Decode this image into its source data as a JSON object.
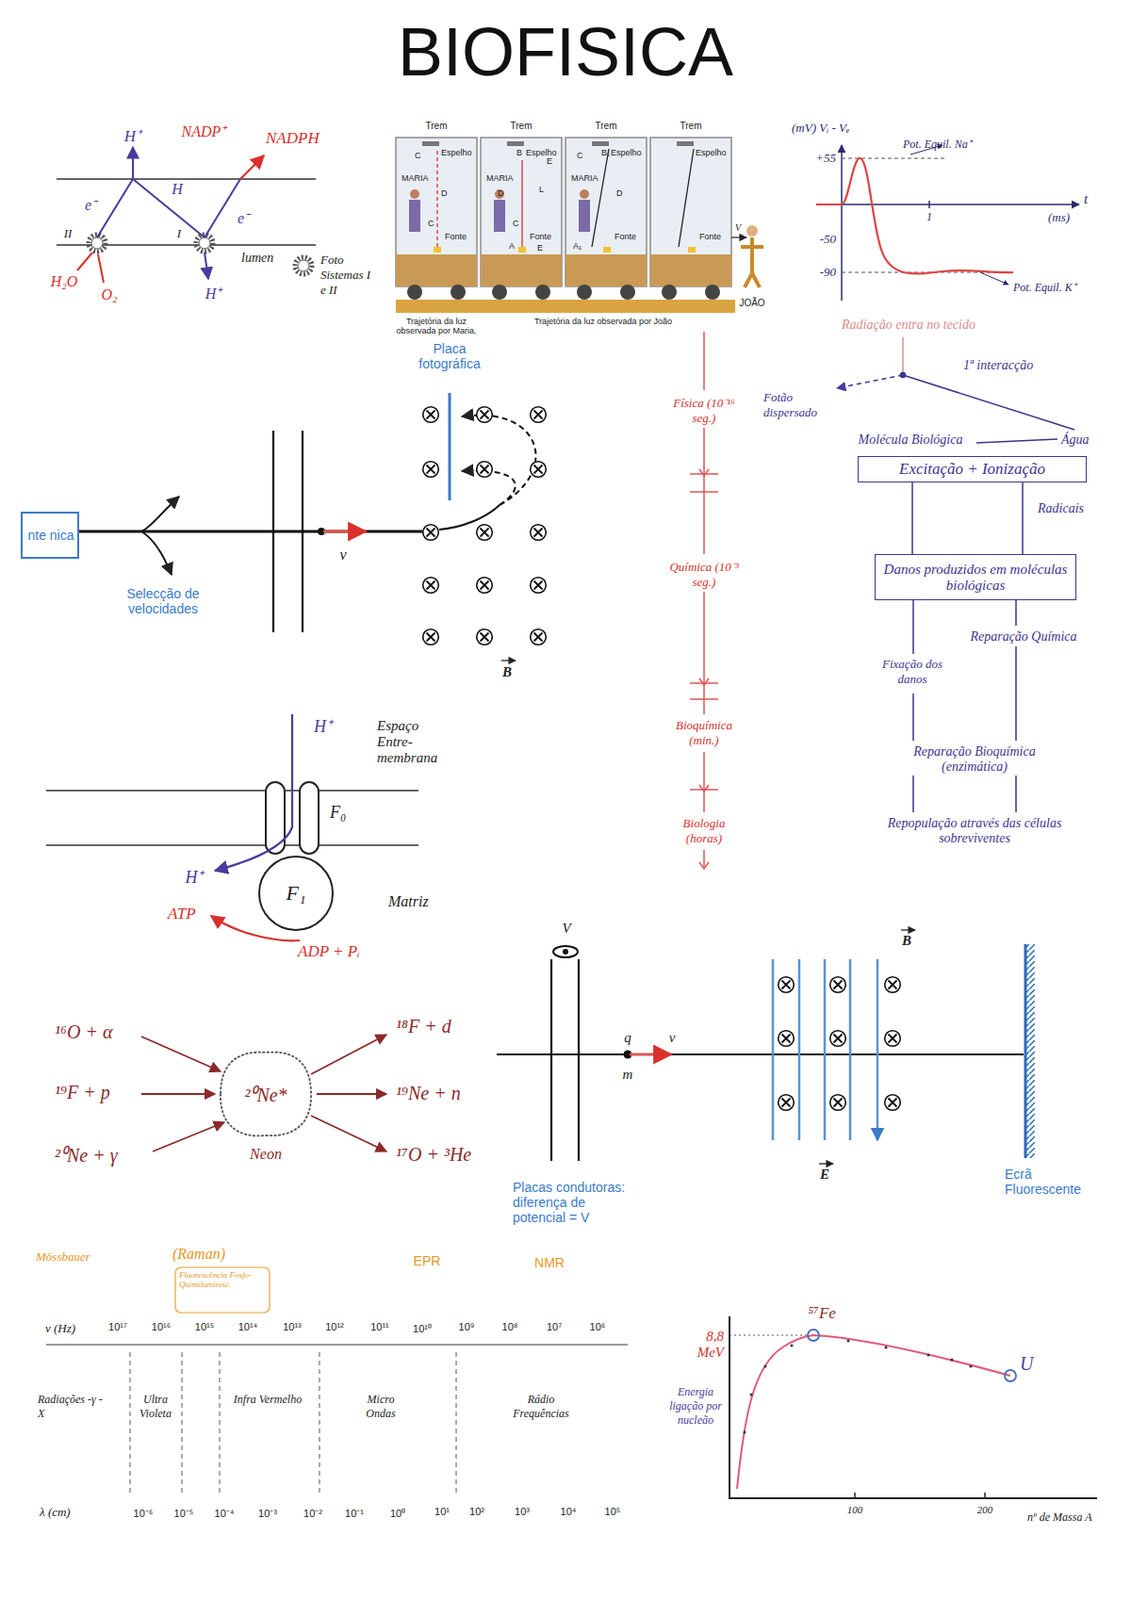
{
  "diagram": {
    "title": "BIOFISICA",
    "nodes": [
      {
        "text": [
          "nte nica"
        ]
      },
      {
        "text": [
          "Excitação + Ionização"
        ]
      },
      {
        "text": [
          "Danos produzidos em moléculas biológicas"
        ]
      },
      {
        "text": [
          "F₁"
        ]
      },
      {
        "text": [
          "²⁰Ne*"
        ]
      }
    ],
    "edges": [
      {
        "from": 1,
        "to": 2,
        "arrow": "none"
      }
    ],
    "labels": [
      "H⁺",
      "NADP⁺",
      "NADPH",
      "e⁻",
      "H",
      "II",
      "I",
      "e⁻",
      "H₂O",
      "O₂",
      "lumen",
      "H⁺",
      "Foto Sistemas I e II",
      "Trem",
      "Trem",
      "Trem",
      "Trem",
      "Espelho",
      "Espelho",
      "Espelho",
      "Espelho",
      "MARIA",
      "MARIA",
      "MARIA",
      "Fonte",
      "Fonte",
      "Fonte",
      "Fonte",
      "C",
      "D",
      "C",
      "B",
      "E",
      "D",
      "L",
      "C",
      "A",
      "E",
      "B₁",
      "C",
      "D",
      "A₁",
      "V",
      "JOÃO",
      "Trajetória da luz observada por Maria.",
      "Trajetória da luz observada por João",
      "(mV) Vᵢ - Vₑ",
      "+55",
      "Pot. Equil. Na⁺",
      "t",
      "1",
      "(ms)",
      "-50",
      "-90",
      "Pot. Equil. K⁺",
      "Selecção de velocidades",
      "v",
      "Placa fotográfica",
      "B",
      "Física (10⁻¹⁶ seg.)",
      "Química (10⁻³ seg.)",
      "Bioquímica (min.)",
      "Biologia (horas)",
      "Radiação entra no tecido",
      "Fotão dispersado",
      "1ª interacção",
      "Molécula Biológica",
      "Água",
      "Radicais",
      "Fixação dos danos",
      "Reparação Química",
      "Reparação Bioquímica (enzimática)",
      "Repopulação através das células sobreviventes",
      "H⁺",
      "Espaço Entre-membrana",
      "F₀",
      "H⁺",
      "Matriz",
      "ATP",
      "ADP + Pᵢ",
      "¹⁶O + α",
      "¹⁹F + p",
      "²⁰Ne + γ",
      "Neon",
      "¹⁸F + d",
      "¹⁹Ne + n",
      "¹⁷O + ³He",
      "V",
      "q",
      "v",
      "m",
      "B",
      "E",
      "Ecrã Fluorescente",
      "Placas condutoras: diferença de potencial = V",
      "Mössbauer",
      "(Raman)",
      "Fluorescência Fosfo- Quimiluminisc.",
      "EPR",
      "NMR",
      "ν (Hz)",
      "10¹⁷",
      "10¹⁶",
      "10¹⁵",
      "10¹⁴",
      "10¹³",
      "10¹²",
      "10¹¹",
      "10¹⁰",
      "10⁹",
      "10⁸",
      "10⁷",
      "10⁶",
      "Radiações -γ -X",
      "Ultra Violeta",
      "Infra Vermelho",
      "Micro Ondas",
      "Rádio Frequências",
      "λ (cm)",
      "10⁻⁶",
      "10⁻⁵",
      "10⁻⁴",
      "10⁻³",
      "10⁻²",
      "10⁻¹",
      "10⁰",
      "10¹",
      "10²",
      "10³",
      "10⁴",
      "10⁵",
      "⁵⁷Fe",
      "8,8 MeV",
      "U",
      "Energia ligação por nucleão",
      "100",
      "200",
      "nº de Massa A"
    ]
  }
}
